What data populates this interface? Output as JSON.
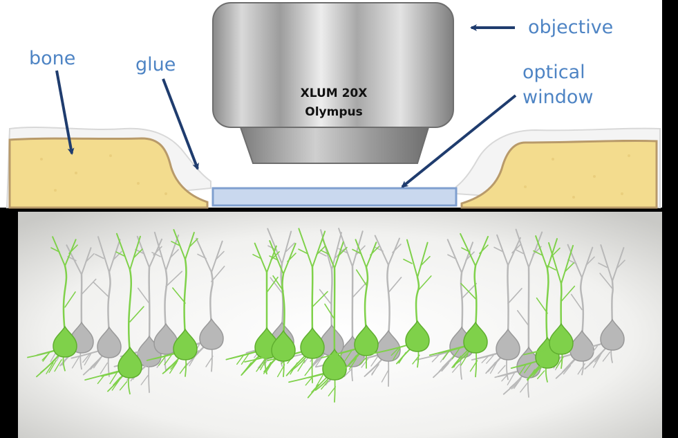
{
  "labels": {
    "bone": "bone",
    "glue": "glue",
    "objective": "objective",
    "optical_window_line1": "optical",
    "optical_window_line2": "window"
  },
  "objective": {
    "model": "XLUM 20X",
    "brand": "Olympus"
  },
  "colors": {
    "label_text": "#4e84c4",
    "arrow": "#1f3c6e",
    "bone_fill": "#f3dc8e",
    "bone_edge": "#b89a6a",
    "glass_window": "#c9d8ee",
    "neuron_green": "#7fd14a",
    "neuron_gray": "#b8b8b8",
    "tissue_bg": "#ececea"
  },
  "icons": [
    "objective-lens-icon",
    "neuron-icon",
    "arrow-icon"
  ]
}
